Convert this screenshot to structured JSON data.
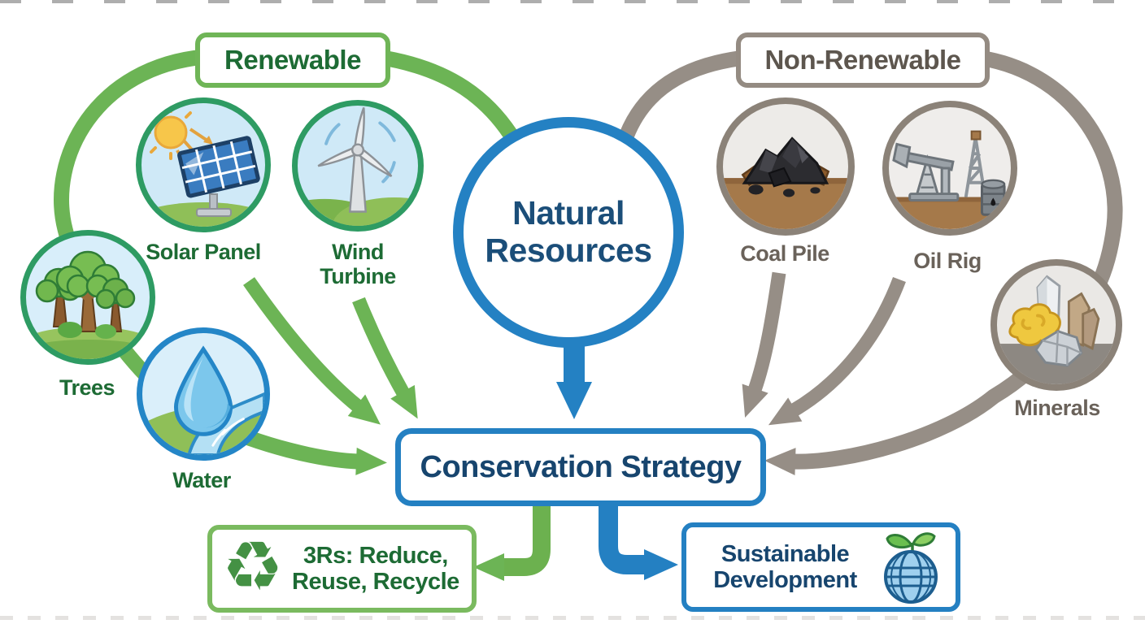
{
  "groups": {
    "renewable": {
      "label": "Renewable"
    },
    "non_renewable": {
      "label": "Non-Renewable"
    }
  },
  "center": {
    "line1": "Natural",
    "line2": "Resources"
  },
  "nodes": {
    "solar": {
      "label": "Solar Panel",
      "icon": "solar-panel-icon"
    },
    "wind": {
      "label": "Wind Turbine",
      "icon": "wind-turbine-icon"
    },
    "trees": {
      "label": "Trees",
      "icon": "trees-icon"
    },
    "water": {
      "label": "Water",
      "icon": "water-drop-icon"
    },
    "coal": {
      "label": "Coal Pile",
      "icon": "coal-pile-icon"
    },
    "oil": {
      "label": "Oil Rig",
      "icon": "oil-rig-icon"
    },
    "minerals": {
      "label": "Minerals",
      "icon": "minerals-icon"
    }
  },
  "strategy": {
    "label": "Conservation Strategy"
  },
  "outcomes": {
    "three_rs": {
      "line1": "3Rs: Reduce,",
      "line2": "Reuse, Recycle",
      "icon": "recycle-icon",
      "icon_glyph": "♻"
    },
    "sustainable": {
      "line1": "Sustainable",
      "line2": "Development",
      "icon": "globe-sprout-icon"
    }
  },
  "colors": {
    "renewable_green": "#6fb557",
    "renewable_text": "#1d6b34",
    "circle_green_border": "#2e9b63",
    "water_blue_border": "#2486c7",
    "non_renewable_gray": "#948b82",
    "non_renewable_text": "#5d564e",
    "gray_label_text": "#6a625a",
    "primary_blue": "#2480c2",
    "navy_text": "#1b4e79"
  }
}
